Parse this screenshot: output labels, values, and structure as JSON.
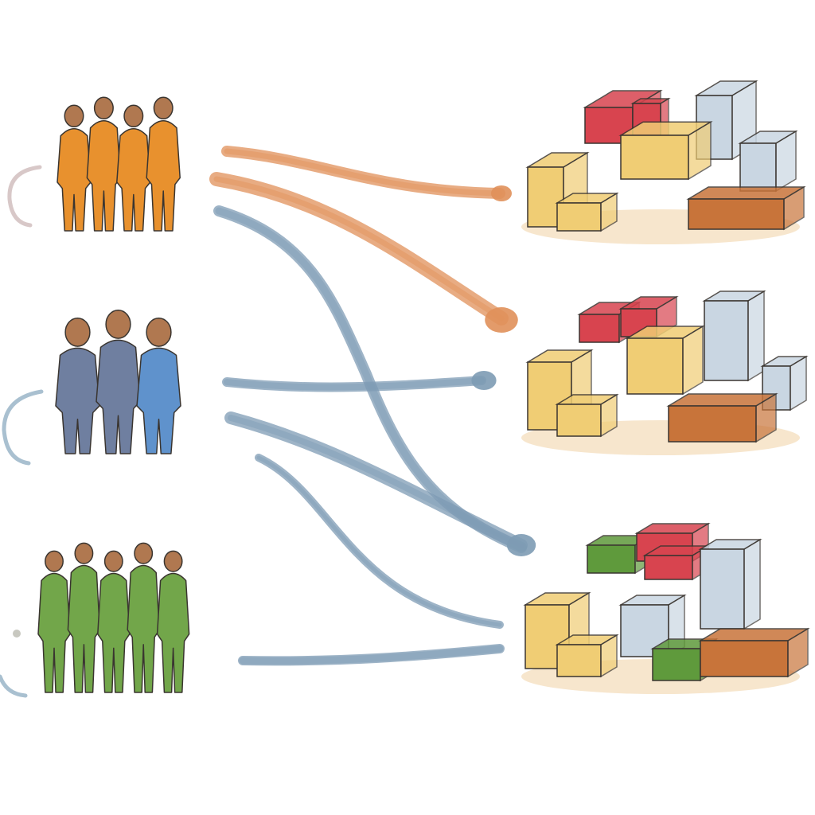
{
  "colors": {
    "background": "#ffffff",
    "orange_team": "#e8912e",
    "blue_team": "#6f7fa0",
    "blue_team_light": "#5f92cc",
    "green_team": "#72a64a",
    "orange_flow": "#e0905a",
    "blue_flow": "#7d9bb4",
    "box_yellow": "#f0cd74",
    "box_red": "#d8444f",
    "box_gray": "#c9d6e2",
    "box_brown": "#c8743a",
    "box_green": "#5f9a3c",
    "shadow": "#f3dcb8",
    "skin": "#b07850",
    "outline": "#3a3530"
  },
  "groups": [
    {
      "icon": "orange-team-people-icon",
      "people": 4,
      "color_key": "orange_team"
    },
    {
      "icon": "blue-team-people-icon",
      "people": 3,
      "color_key": "blue_team"
    },
    {
      "icon": "green-team-people-icon",
      "people": 5,
      "color_key": "green_team"
    }
  ],
  "destinations": [
    {
      "icon": "box-cluster-icon"
    },
    {
      "icon": "box-cluster-icon"
    },
    {
      "icon": "box-cluster-icon"
    }
  ],
  "flows": [
    {
      "from": 0,
      "to": 0,
      "color_key": "orange_flow"
    },
    {
      "from": 0,
      "to": 1,
      "color_key": "orange_flow"
    },
    {
      "from": 0,
      "to": 2,
      "color_key": "blue_flow"
    },
    {
      "from": 1,
      "to": 1,
      "color_key": "blue_flow"
    },
    {
      "from": 1,
      "to": 2,
      "color_key": "blue_flow"
    },
    {
      "from": 1,
      "to": 2,
      "color_key": "blue_flow"
    },
    {
      "from": 2,
      "to": 2,
      "color_key": "blue_flow"
    }
  ]
}
